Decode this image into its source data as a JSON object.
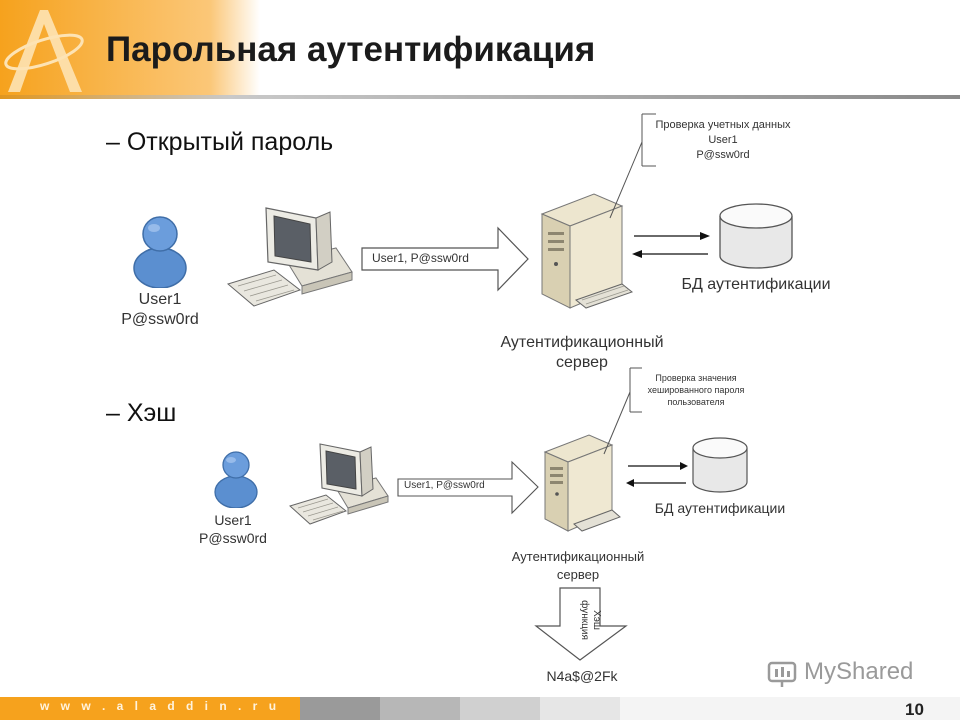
{
  "slide": {
    "title": "Парольная аутентификация",
    "page_number": "10",
    "footer_text": "w w w . a l a d d i n . r u",
    "watermark": "MyShared"
  },
  "section1": {
    "bullet": "– Открытый пароль",
    "user_name": "User1",
    "user_password": "P@ssw0rd",
    "arrow_label": "User1, P@ssw0rd",
    "server_label_line1": "Аутентификационный",
    "server_label_line2": "сервер",
    "db_label": "БД аутентификации",
    "note_line1": "Проверка учетных данных",
    "note_line2": "User1",
    "note_line3": "P@ssw0rd"
  },
  "section2": {
    "bullet": "– Хэш",
    "user_name": "User1",
    "user_password": "P@ssw0rd",
    "arrow_label": "User1, P@ssw0rd",
    "server_label_line1": "Аутентификационный",
    "server_label_line2": "сервер",
    "db_label": "БД аутентификации",
    "note_line1": "Проверка значения",
    "note_line2": "хешированного пароля",
    "note_line3": "пользователя",
    "hash_arrow_line1": "Хэш",
    "hash_arrow_line2": "функция",
    "hash_result": "N4a$@2Fk"
  },
  "colors": {
    "accent_orange": "#f6a21d",
    "user_blue": "#5b8fd0"
  }
}
